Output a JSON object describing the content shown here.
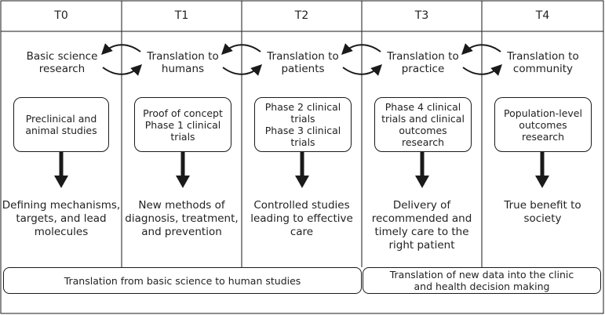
{
  "columns": [
    {
      "header": "T0",
      "stage": [
        "Basic science",
        "research"
      ],
      "box": [
        "Preclinical and",
        "animal studies"
      ],
      "outcome": [
        "Defining mechanisms,",
        "targets, and lead",
        "molecules"
      ]
    },
    {
      "header": "T1",
      "stage": [
        "Translation to",
        "humans"
      ],
      "box": [
        "Proof of concept",
        "Phase 1 clinical",
        "trials"
      ],
      "outcome": [
        "New methods of",
        "diagnosis, treatment,",
        "and prevention"
      ]
    },
    {
      "header": "T2",
      "stage": [
        "Translation to",
        "patients"
      ],
      "box": [
        "Phase 2 clinical",
        "trials",
        "Phase 3 clinical",
        "trials"
      ],
      "outcome": [
        "Controlled studies",
        "leading to effective",
        "care"
      ]
    },
    {
      "header": "T3",
      "stage": [
        "Translation to",
        "practice"
      ],
      "box": [
        "Phase 4 clinical",
        "trials and clinical",
        "outcomes",
        "research"
      ],
      "outcome": [
        "Delivery of",
        "recommended and",
        "timely care to the",
        "right patient"
      ]
    },
    {
      "header": "T4",
      "stage": [
        "Translation to",
        "community"
      ],
      "box": [
        "Population-level",
        "outcomes",
        "research"
      ],
      "outcome": [
        "True benefit to",
        "society"
      ]
    }
  ],
  "bottom": {
    "left": [
      "Translation from basic science to human studies"
    ],
    "right": [
      "Translation of new data into the clinic",
      "and health decision making"
    ]
  },
  "colors": {
    "line": "#1a1a1a",
    "text": "#222222"
  }
}
